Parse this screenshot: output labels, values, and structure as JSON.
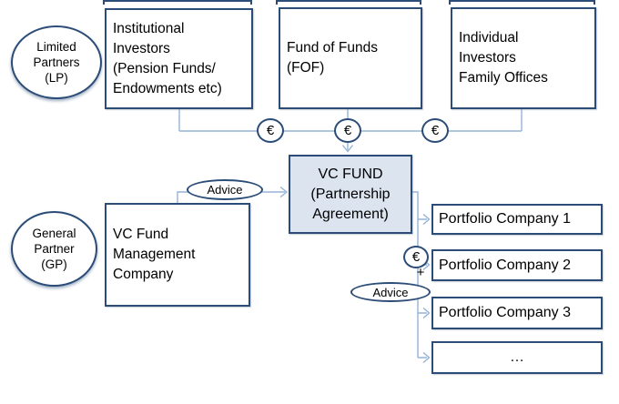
{
  "diagram": {
    "colors": {
      "box_border": "#2b4c77",
      "connector_line": "#95b3d7",
      "vc_fund_fill": "#dce4f0"
    },
    "limited_partners": {
      "label": "Limited\nPartners\n(LP)"
    },
    "general_partner": {
      "label": "General\nPartner\n(GP)"
    },
    "investors": [
      {
        "label": "Institutional\nInvestors\n(Pension Funds/\nEndowments etc)"
      },
      {
        "label": "Fund of Funds\n(FOF)"
      },
      {
        "label": "Individual\nInvestors\nFamily Offices"
      }
    ],
    "vc_fund": {
      "label": "VC FUND\n(Partnership\nAgreement)"
    },
    "management_company": {
      "label": "VC Fund\nManagement\nCompany"
    },
    "advice_top": {
      "label": "Advice"
    },
    "advice_bottom": {
      "label": "Advice"
    },
    "euro_badges": [
      {
        "symbol": "€"
      },
      {
        "symbol": "€"
      },
      {
        "symbol": "€"
      },
      {
        "symbol": "€"
      }
    ],
    "plus": {
      "symbol": "+"
    },
    "portfolio_companies": [
      {
        "label": "Portfolio Company 1"
      },
      {
        "label": "Portfolio Company 2"
      },
      {
        "label": "Portfolio Company 3"
      },
      {
        "label": "…"
      }
    ]
  }
}
